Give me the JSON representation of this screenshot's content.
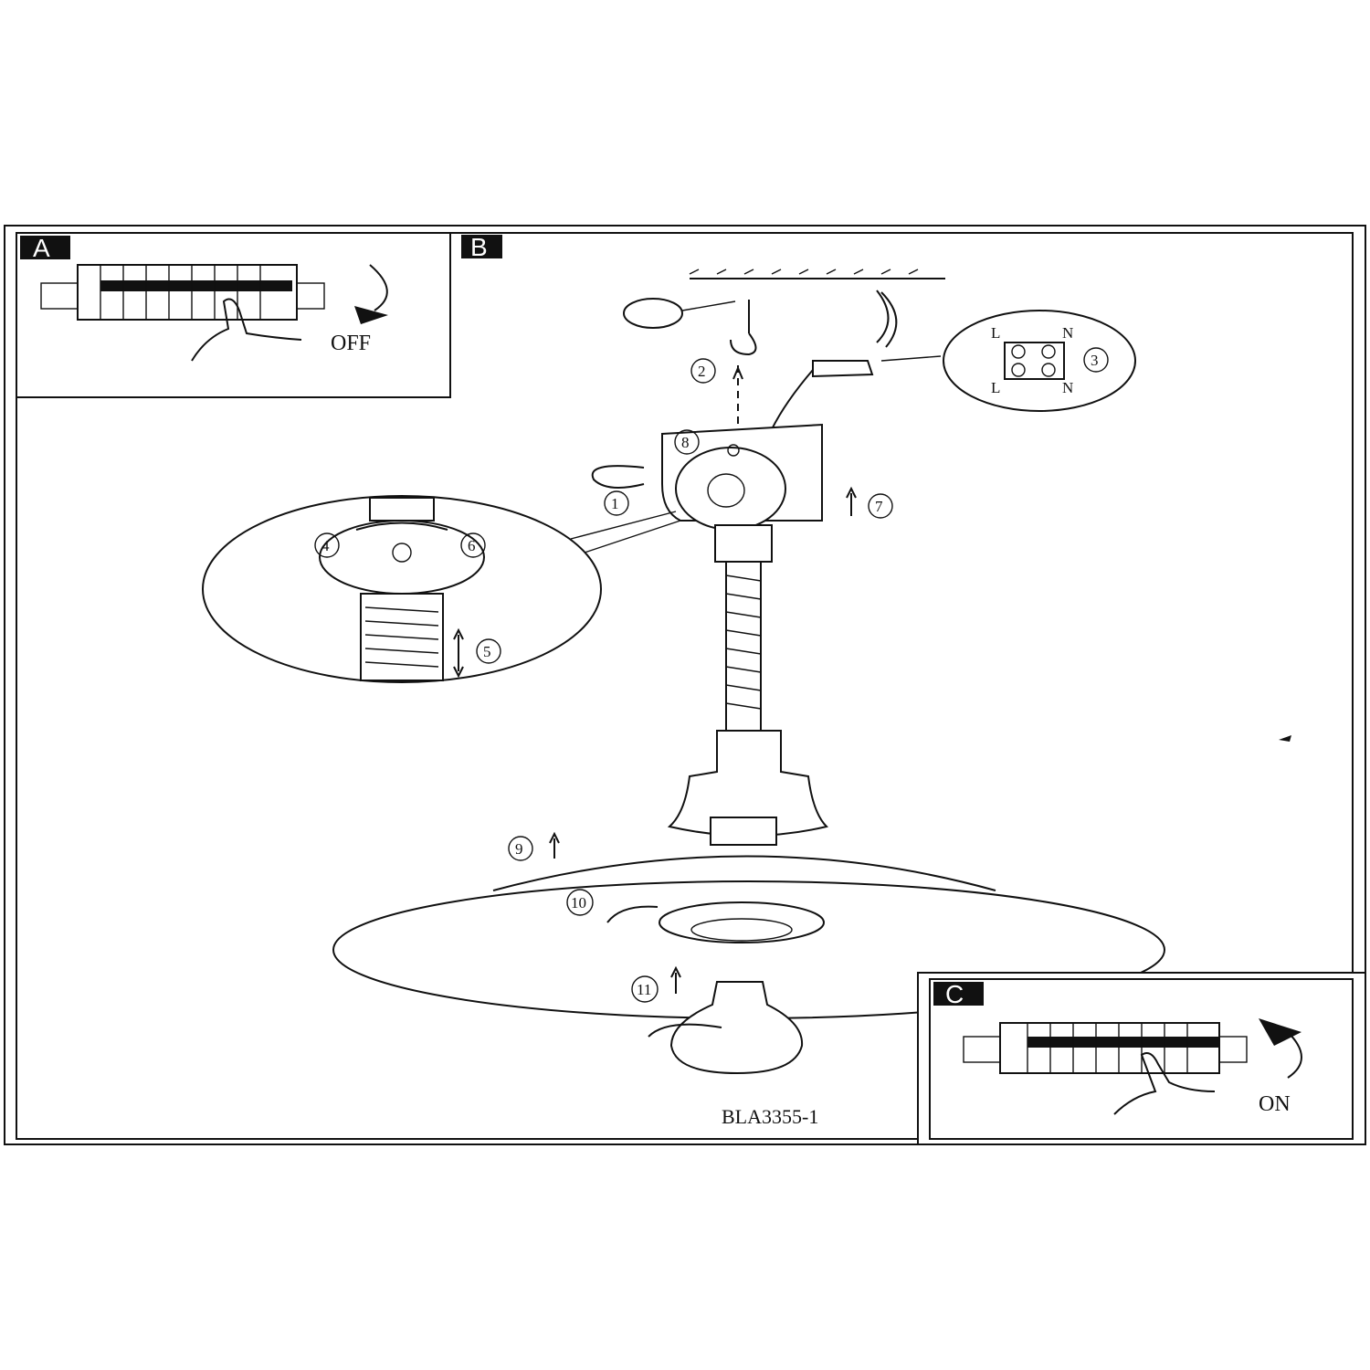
{
  "panels": {
    "a": {
      "label": "A",
      "switch_state": "OFF"
    },
    "b": {
      "label": "B"
    },
    "c": {
      "label": "C",
      "switch_state": "ON"
    }
  },
  "terminal_block": {
    "left": "L",
    "right": "N"
  },
  "steps": [
    "1",
    "2",
    "3",
    "4",
    "5",
    "6",
    "7",
    "8",
    "9",
    "10",
    "11"
  ],
  "model_code": "BLA3355-1"
}
